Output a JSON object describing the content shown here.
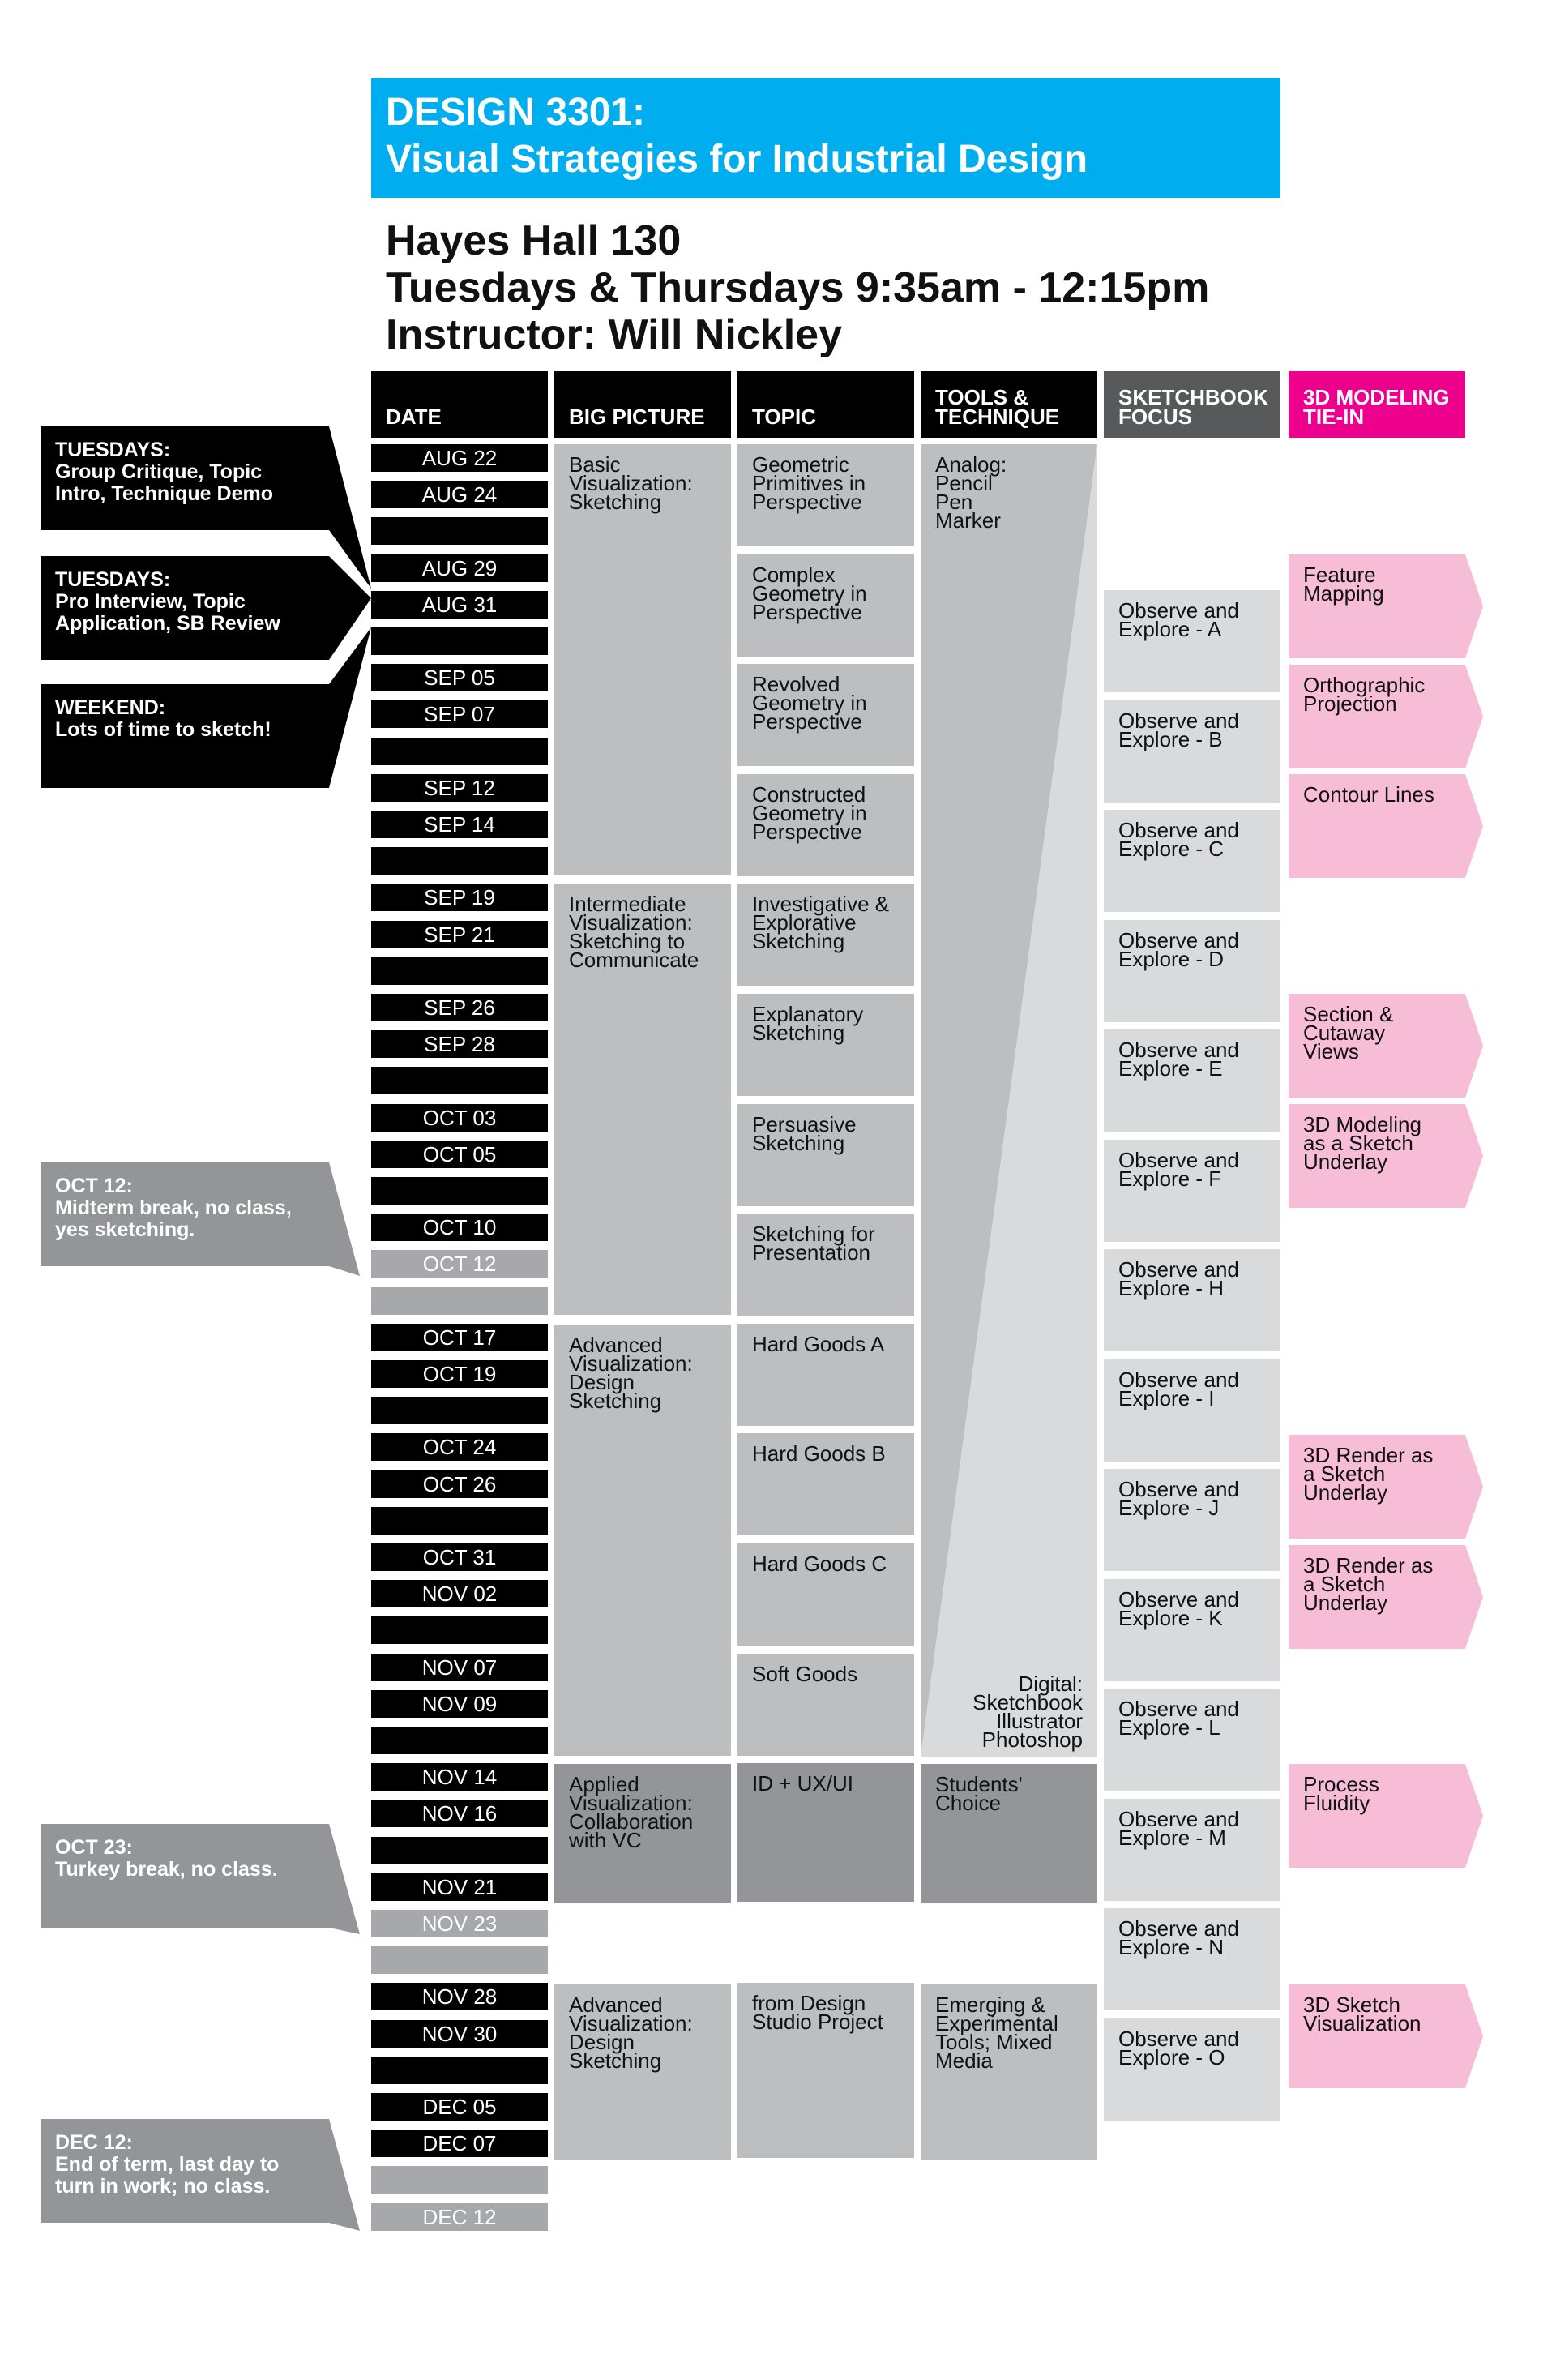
{
  "header": {
    "title_line1": "DESIGN 3301:",
    "title_line2": "Visual Strategies for Industrial Design",
    "location": "Hayes Hall 130",
    "schedule": "Tuesdays & Thursdays 9:35am - 12:15pm",
    "instructor": "Instructor: Will Nickley"
  },
  "colors": {
    "title_bg": "#00aeef",
    "black": "#000000",
    "gray_cell": "#bcbec0",
    "light_gray_cell": "#d9dadb",
    "dark_gray_cell": "#939598",
    "note_gray": "#939598",
    "off_date": "#a6a8ab",
    "pink_cell": "#f7bcd6",
    "pink_header": "#ec008c",
    "sketchbook_header": "#58595b"
  },
  "columns": {
    "date": "DATE",
    "big_picture": "BIG PICTURE",
    "topic": "TOPIC",
    "tools": "TOOLS &\nTECHNIQUE",
    "sketchbook": "SKETCHBOOK\nFOCUS",
    "modeling": "3D MODELING\nTIE-IN"
  },
  "notes": [
    "TUESDAYS:\nGroup Critique, Topic\nIntro, Technique Demo",
    "TUESDAYS:\nPro Interview, Topic\nApplication, SB Review",
    "WEEKEND:\nLots of time to sketch!",
    "OCT 12:\nMidterm break, no class,\nyes sketching.",
    "OCT 23:\nTurkey break, no class.",
    "DEC 12:\nEnd of term, last day to\nturn in work; no class."
  ],
  "dates": [
    {
      "label": "AUG 22",
      "off": false
    },
    {
      "label": "AUG 24",
      "off": false
    },
    {
      "label": "",
      "off": false
    },
    {
      "label": "AUG 29",
      "off": false
    },
    {
      "label": "AUG 31",
      "off": false
    },
    {
      "label": "",
      "off": false
    },
    {
      "label": "SEP 05",
      "off": false
    },
    {
      "label": "SEP 07",
      "off": false
    },
    {
      "label": "",
      "off": false
    },
    {
      "label": "SEP 12",
      "off": false
    },
    {
      "label": "SEP 14",
      "off": false
    },
    {
      "label": "",
      "off": false
    },
    {
      "label": "SEP 19",
      "off": false
    },
    {
      "label": "SEP 21",
      "off": false
    },
    {
      "label": "",
      "off": false
    },
    {
      "label": "SEP 26",
      "off": false
    },
    {
      "label": "SEP 28",
      "off": false
    },
    {
      "label": "",
      "off": false
    },
    {
      "label": "OCT 03",
      "off": false
    },
    {
      "label": "OCT 05",
      "off": false
    },
    {
      "label": "",
      "off": false
    },
    {
      "label": "OCT 10",
      "off": false
    },
    {
      "label": "OCT 12",
      "off": true
    },
    {
      "label": "",
      "off": true
    },
    {
      "label": "OCT 17",
      "off": false
    },
    {
      "label": "OCT 19",
      "off": false
    },
    {
      "label": "",
      "off": false
    },
    {
      "label": "OCT 24",
      "off": false
    },
    {
      "label": "OCT 26",
      "off": false
    },
    {
      "label": "",
      "off": false
    },
    {
      "label": "OCT 31",
      "off": false
    },
    {
      "label": "NOV 02",
      "off": false
    },
    {
      "label": "",
      "off": false
    },
    {
      "label": "NOV 07",
      "off": false
    },
    {
      "label": "NOV 09",
      "off": false
    },
    {
      "label": "",
      "off": false
    },
    {
      "label": "NOV 14",
      "off": false
    },
    {
      "label": "NOV 16",
      "off": false
    },
    {
      "label": "",
      "off": false
    },
    {
      "label": "NOV 21",
      "off": false
    },
    {
      "label": "NOV 23",
      "off": true
    },
    {
      "label": "",
      "off": true
    },
    {
      "label": "NOV 28",
      "off": false
    },
    {
      "label": "NOV 30",
      "off": false
    },
    {
      "label": "",
      "off": false
    },
    {
      "label": "DEC 05",
      "off": false
    },
    {
      "label": "DEC 07",
      "off": false
    },
    {
      "label": "",
      "off": true
    },
    {
      "label": "DEC 12",
      "off": true
    }
  ],
  "big_picture": [
    "Basic\nVisualization:\nSketching",
    "Intermediate\nVisualization:\nSketching to\nCommunicate",
    "Advanced\nVisualization:\nDesign\nSketching",
    "Applied\nVisualization:\nCollaboration\nwith VC",
    "Advanced\nVisualization:\nDesign\nSketching"
  ],
  "topics": [
    "Geometric\nPrimitives in\nPerspective",
    "Complex\nGeometry in\nPerspective",
    "Revolved\nGeometry in\nPerspective",
    "Constructed\nGeometry in\nPerspective",
    "Investigative &\nExplorative\nSketching",
    "Explanatory\nSketching",
    "Persuasive\nSketching",
    "Sketching for\nPresentation",
    "Hard Goods A",
    "Hard Goods B",
    "Hard Goods C",
    "Soft Goods",
    "ID + UX/UI",
    "from Design\nStudio Project"
  ],
  "tools": {
    "analog": "Analog:\nPencil\nPen\nMarker",
    "digital": "Digital:\nSketchbook\nIllustrator\nPhotoshop",
    "students_choice": "Students'\nChoice",
    "emerging": "Emerging &\nExperimental\nTools; Mixed\nMedia"
  },
  "sketchbook": [
    "Observe and\nExplore - A",
    "Observe and\nExplore - B",
    "Observe and\nExplore - C",
    "Observe and\nExplore - D",
    "Observe and\nExplore - E",
    "Observe and\nExplore - F",
    "Observe and\nExplore - H",
    "Observe and\nExplore - I",
    "Observe and\nExplore - J",
    "Observe and\nExplore - K",
    "Observe and\nExplore - L",
    "Observe and\nExplore - M",
    "Observe and\nExplore - N",
    "Observe and\nExplore - O"
  ],
  "modeling": [
    "Feature\nMapping",
    "Orthographic\nProjection",
    "Contour Lines",
    "Section &\nCutaway\nViews",
    "3D Modeling\nas a Sketch\nUnderlay",
    "3D Render as\na Sketch\nUnderlay",
    "3D Render as\na Sketch\nUnderlay",
    "Process\nFluidity",
    "3D Sketch\nVisualization"
  ]
}
